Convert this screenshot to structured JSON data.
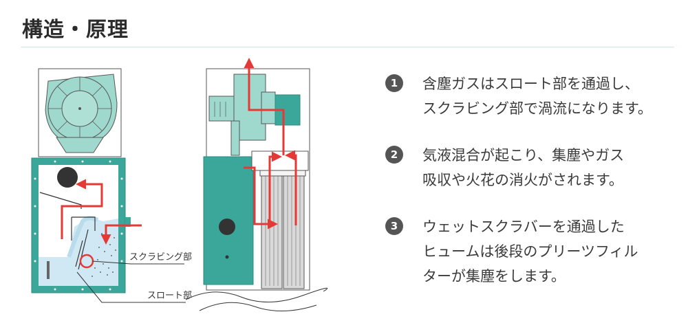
{
  "title": "構造・原理",
  "diagram": {
    "labels": {
      "scrubbing": "スクラビング部",
      "throat": "スロート部"
    }
  },
  "steps": [
    {
      "number": "1",
      "lines": [
        "含塵ガスはスロート部を通過し、",
        "スクラビング部で渦流になります。"
      ]
    },
    {
      "number": "2",
      "lines": [
        "気液混合が起こり、集塵やガス",
        "吸収や火花の消火がされます。"
      ]
    },
    {
      "number": "3",
      "lines": [
        "ウェットスクラバーを通過した",
        "ヒュームは後段のプリーツフィル",
        "ターが集塵をします。"
      ]
    }
  ],
  "colors": {
    "teal": "#3aa79a",
    "mint": "#9fd9cd",
    "water": "#cfe8f4",
    "arrow": "#e53935",
    "badge": "#555555"
  }
}
